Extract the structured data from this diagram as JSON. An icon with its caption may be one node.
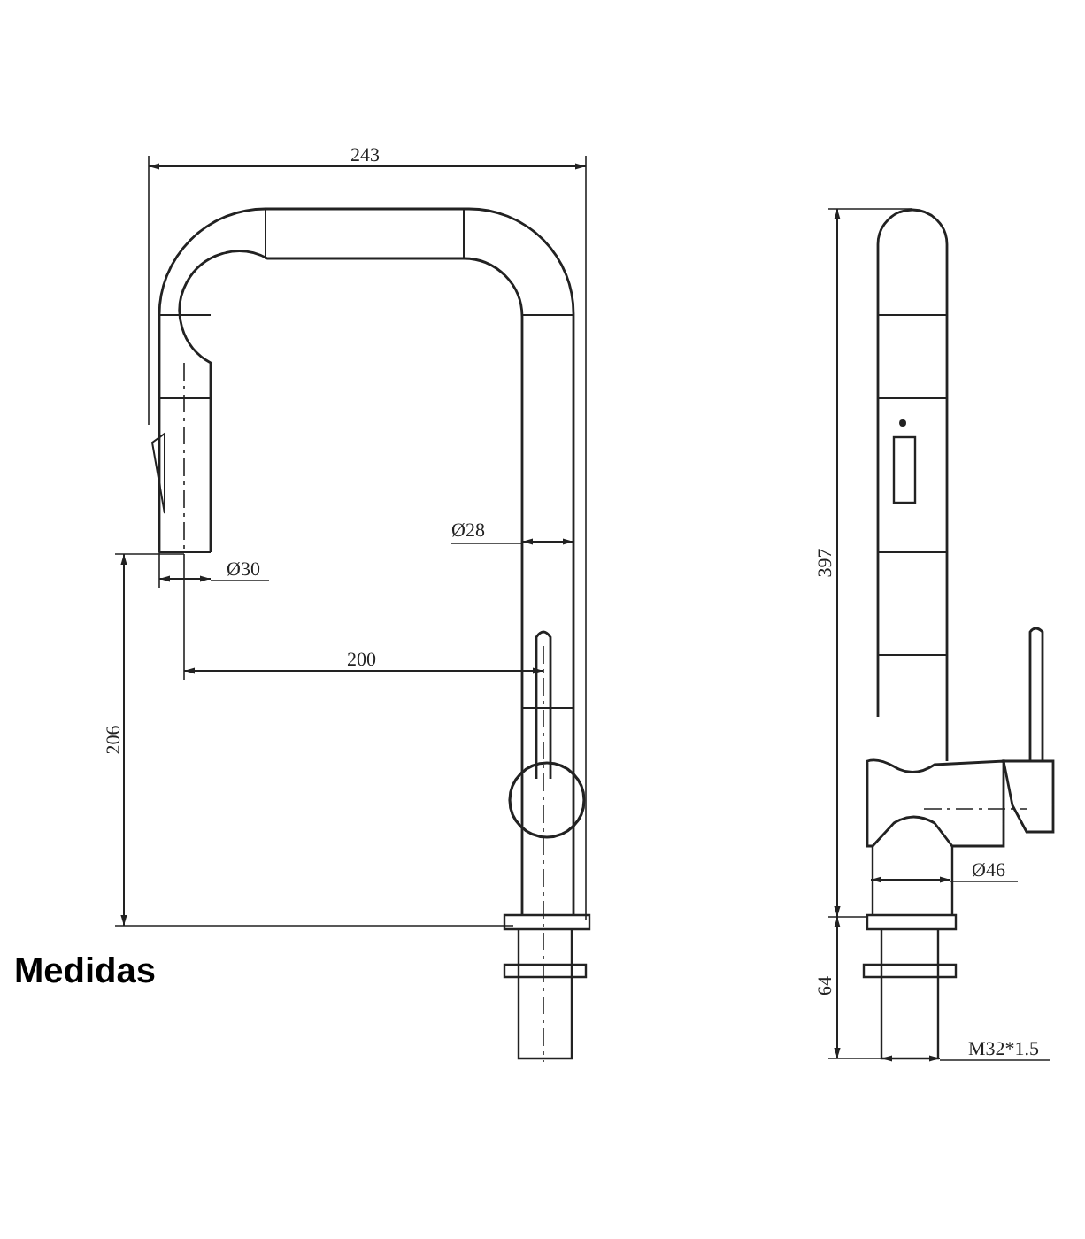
{
  "diagram": {
    "labels": [
      "243",
      "Ø28",
      "Ø30",
      "200",
      "206",
      "397",
      "Ø46",
      "64",
      "M32*1.5",
      "Medidas"
    ]
  }
}
